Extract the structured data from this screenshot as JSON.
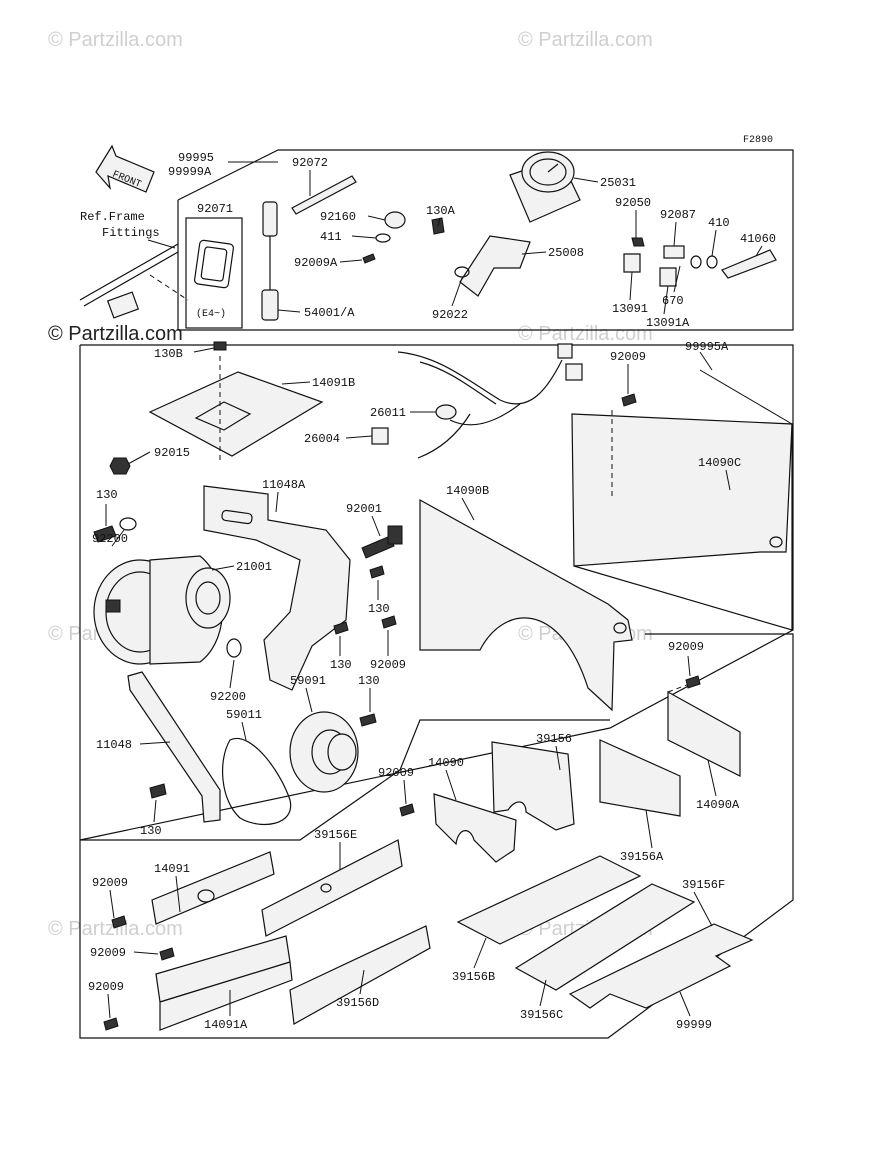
{
  "figure_code": "F2890",
  "front_arrow": "FRONT",
  "ref_note": {
    "line1": "Ref.Frame",
    "line2": "Fittings"
  },
  "variant_note": "(E4~)",
  "watermark": "© Partzilla.com",
  "labels": {
    "p99995": "99995",
    "p99999A": "99999A",
    "p92072": "92072",
    "p92071": "92071",
    "p92160": "92160",
    "p130A": "130A",
    "p25031": "25031",
    "p92050": "92050",
    "p92087": "92087",
    "p410": "410",
    "p41060": "41060",
    "p411": "411",
    "p25008": "25008",
    "p92009A": "92009A",
    "p13091": "13091",
    "p670": "670",
    "p13091A": "13091A",
    "p54001A": "54001/A",
    "p92022": "92022",
    "p130B": "130B",
    "p14091B": "14091B",
    "p92009_a": "92009",
    "p99995A": "99995A",
    "p26011": "26011",
    "p26004": "26004",
    "p92015": "92015",
    "p14090C": "14090C",
    "p11048A": "11048A",
    "p14090B": "14090B",
    "p130_a": "130",
    "p92001": "92001",
    "p92200_a": "92200",
    "p21001": "21001",
    "p130_b": "130",
    "p130_c": "130",
    "p92009_b": "92009",
    "p92009_c": "92009",
    "p92200_b": "92200",
    "p59091": "59091",
    "p130_d": "130",
    "p59011": "59011",
    "p11048": "11048",
    "p39156": "39156",
    "p92009_d": "92009",
    "p14090": "14090",
    "p14090A": "14090A",
    "p130_e": "130",
    "p39156A": "39156A",
    "p39156E": "39156E",
    "p14091": "14091",
    "p92009_e": "92009",
    "p39156F": "39156F",
    "p92009_f": "92009",
    "p92009_g": "92009",
    "p39156B": "39156B",
    "p39156D": "39156D",
    "p39156C": "39156C",
    "p14091A": "14091A",
    "p99999": "99999"
  }
}
